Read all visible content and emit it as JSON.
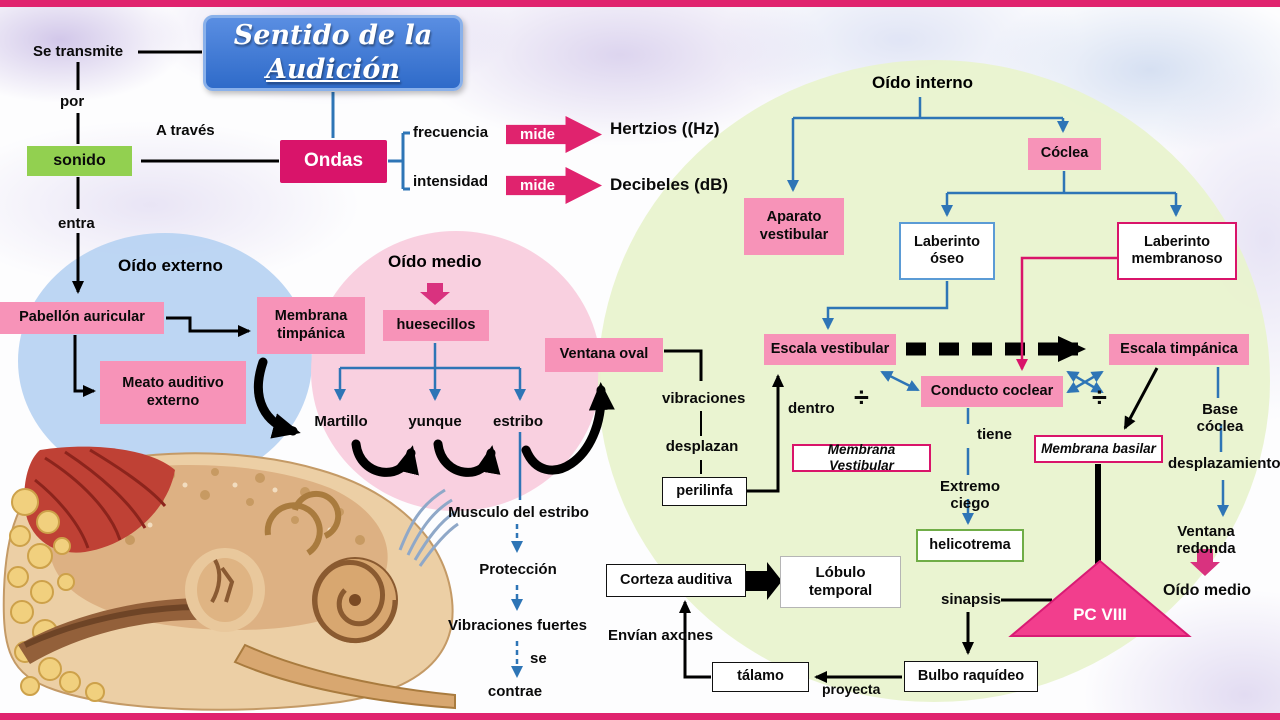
{
  "colors": {
    "accent_bar": "#e0236e",
    "crimson": "#d9146a",
    "blue_line": "#2e75b6",
    "title_blue": "#3e7ede",
    "pink_box": "#f793b8",
    "green_box": "#92d050",
    "externo_fill": "#bdd7ee",
    "medio_fill": "#f9cede",
    "interno_fill": "#e9f3cf",
    "triangle_pink": "#f23e8d"
  },
  "title": {
    "line1": "Sentido de la",
    "line2": "Audición"
  },
  "transmission": {
    "se_transmite": "Se transmite",
    "por": "por",
    "sonido": "sonido",
    "entra": "entra",
    "a_traves": "A través",
    "ondas": "Ondas",
    "frecuencia": "frecuencia",
    "intensidad": "intensidad",
    "mide": "mide",
    "hertzios": "Hertzios ((Hz)",
    "decibeles": "Decibeles (dB)"
  },
  "oido_externo": {
    "title": "Oído externo",
    "pabellon_auricular": "Pabellón auricular",
    "meato_auditivo": "Meato auditivo externo",
    "membrana_timpanica": "Membrana timpánica"
  },
  "oido_medio": {
    "title": "Oído medio",
    "huesecillos": "huesecillos",
    "martillo": "Martillo",
    "yunque": "yunque",
    "estribo": "estribo",
    "ventana_oval": "Ventana oval",
    "musculo_estribo": "Musculo del estribo",
    "proteccion": "Protección",
    "vibraciones_fuertes": "Vibraciones fuertes",
    "se": "se",
    "contrae": "contrae"
  },
  "oido_interno": {
    "title": "Oído interno",
    "aparato_vestibular": "Aparato vestibular",
    "coclea": "Cóclea",
    "laberinto_oseo": "Laberinto óseo",
    "laberinto_membranoso": "Laberinto membranoso",
    "escala_vestibular": "Escala vestibular",
    "escala_timpanica": "Escala timpánica",
    "conducto_coclear": "Conducto coclear",
    "division": "÷",
    "dentro": "dentro",
    "membrana_vestibular": "Membrana Vestibular",
    "membrana_basilar": "Membrana basilar",
    "tiene": "tiene",
    "extremo_ciego": "Extremo ciego",
    "helicotrema": "helicotrema",
    "base_coclea": "Base cóclea",
    "desplazamiento": "desplazamiento",
    "ventana_redonda": "Ventana redonda",
    "oido_medio_ref": "Oído medio",
    "vibraciones": "vibraciones",
    "desplazan": "desplazan",
    "perilinfa": "perilinfa"
  },
  "via_auditiva": {
    "pc_viii": "PC VIII",
    "sinapsis": "sinapsis",
    "bulbo_raquideo": "Bulbo raquídeo",
    "talamo": "tálamo",
    "proyecta": "proyecta",
    "envian_axones": "Envían axones",
    "corteza_auditiva": "Corteza auditiva",
    "lobulo_temporal": "Lóbulo temporal"
  }
}
